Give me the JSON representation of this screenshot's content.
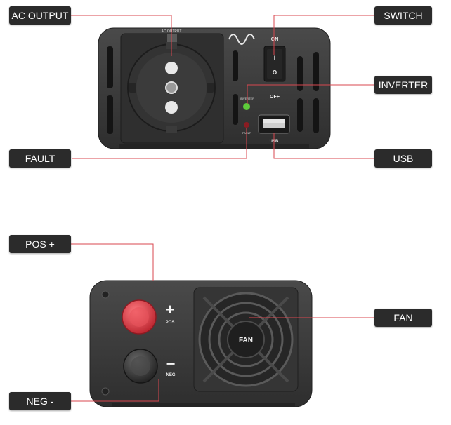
{
  "colors": {
    "leader_line": "#d8474f",
    "label_bg": "#2b2b2b",
    "label_text": "#ffffff",
    "panel": "#3a3a3a",
    "panel_dark": "#2c2c2c",
    "led_green": "#5ecb3a",
    "led_red": "#8a1c22",
    "pos_terminal": "#e03a44",
    "neg_terminal": "#3c3c3c"
  },
  "front_panel": {
    "callouts": {
      "ac_output": "AC OUTPUT",
      "switch": "SWITCH",
      "inverter": "INVERTER",
      "fault": "FAULT",
      "usb": "USB"
    },
    "panel_text": {
      "ac_output": "AC OUTPUT",
      "on": "ON",
      "off": "OFF",
      "inverter_led": "INVERTER",
      "fault_led": "FAULT",
      "usb": "USB",
      "switch_on_mark": "I",
      "switch_off_mark": "O"
    },
    "logo_icon": "sine-wave-icon"
  },
  "rear_panel": {
    "callouts": {
      "pos": "POS +",
      "fan": "FAN",
      "neg": "NEG -"
    },
    "panel_text": {
      "pos_symbol": "+",
      "pos": "POS",
      "neg_symbol": "−",
      "neg": "NEG",
      "fan": "FAN"
    }
  }
}
